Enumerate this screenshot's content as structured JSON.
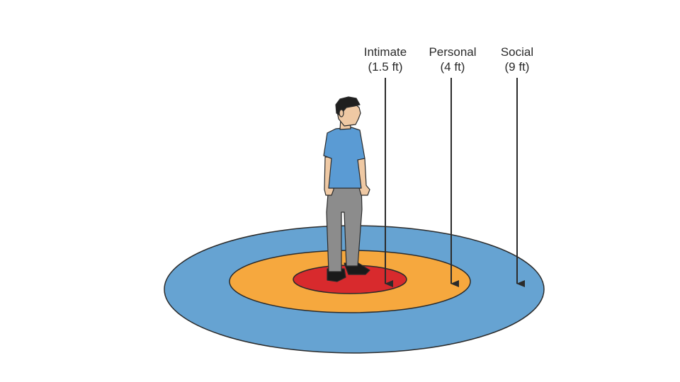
{
  "zones": [
    {
      "id": "intimate",
      "name": "Intimate",
      "distance": "(1.5 ft)",
      "color": "#d82a2d"
    },
    {
      "id": "personal",
      "name": "Personal",
      "distance": "(4 ft)",
      "color": "#f6a83e"
    },
    {
      "id": "social",
      "name": "Social",
      "distance": "(9 ft)",
      "color": "#66a3d2"
    }
  ],
  "colors": {
    "outline": "#2b2b2b",
    "shirt": "#5a9bd4",
    "pants": "#8c8c8c",
    "skin": "#efc9a4",
    "hair": "#1f1f1f",
    "shoes": "#1a1a1a"
  }
}
